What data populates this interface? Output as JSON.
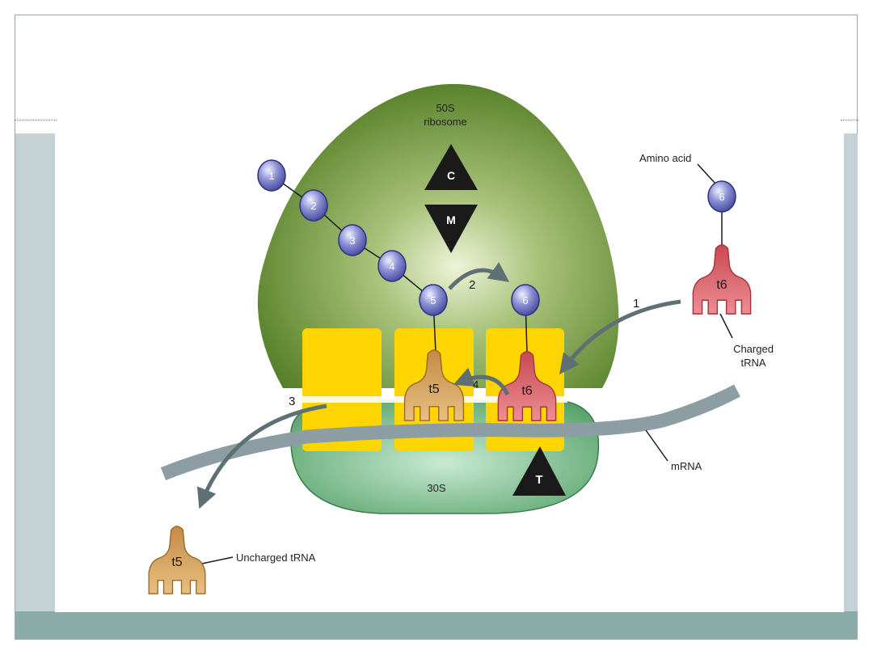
{
  "labels": {
    "large_subunit": "50S",
    "ribosome": "ribosome",
    "small_subunit": "30S",
    "amino_acid": "Amino acid",
    "charged_trna_1": "Charged",
    "charged_trna_2": "tRNA",
    "mrna": "mRNA",
    "uncharged_trna": "Uncharged tRNA"
  },
  "factors": {
    "c": "C",
    "m": "M",
    "t": "T"
  },
  "chain": [
    "1",
    "2",
    "3",
    "4",
    "5",
    "6"
  ],
  "incoming_amino_acid": "6",
  "trnas": {
    "t5_psite": "t5",
    "t6_asite": "t6",
    "t6_incoming": "t6",
    "t5_released": "t5"
  },
  "steps": {
    "s1": "1",
    "s2": "2",
    "s3": "3",
    "s4": "4"
  },
  "colors": {
    "ribosome_50s": "#5e8a2e",
    "ribosome_30s": "#5aa56e",
    "site_yellow": "#ffd500",
    "trna_orange": "#d9a45c",
    "trna_red": "#d9636b",
    "amino_acid_blue": "#5a5fb0",
    "arrow_gray": "#5f7074",
    "factor_black": "#1a1a1a"
  }
}
